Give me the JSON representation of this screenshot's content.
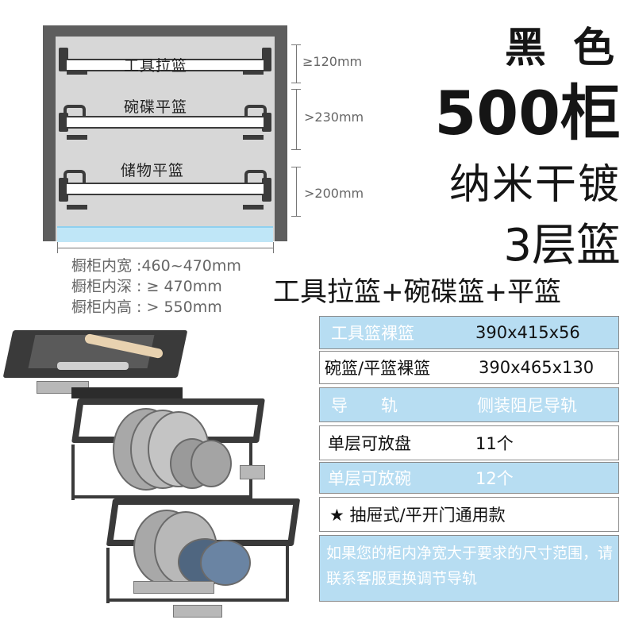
{
  "diagram": {
    "shelves": [
      {
        "label": "工具拉篮",
        "dimension": "≥120mm"
      },
      {
        "label": "碗碟平篮",
        "dimension": ">230mm"
      },
      {
        "label": "储物平篮",
        "dimension": ">200mm"
      }
    ],
    "inner_specs": [
      "橱柜内宽 :460~470mm",
      "橱柜内深 : ≥ 470mm",
      "橱柜内高 : > 550mm"
    ]
  },
  "headline": {
    "color": "黑 色",
    "size": "500柜",
    "finish": "纳米干镀",
    "layers": "3层篮",
    "combo": "工具拉篮+碗碟篮+平篮"
  },
  "spec_table": {
    "rows": [
      {
        "label": "工具篮裸篮",
        "value": "390x415x56",
        "style": "blue"
      },
      {
        "label": "碗篮/平篮裸篮",
        "value": "390x465x130",
        "style": "white"
      },
      {
        "label": "导　　轨",
        "value": "侧装阻尼导轨",
        "style": "blue"
      },
      {
        "label": "单层可放盘",
        "value": "11个",
        "style": "white"
      },
      {
        "label": "单层可放碗",
        "value": "12个",
        "style": "blue"
      },
      {
        "label": "★ 抽屉式/平开门通用款",
        "value": "",
        "style": "white"
      }
    ],
    "note": "如果您的柜内净宽大于要求的尺寸范围，请联系客服更换调节导轨"
  },
  "colors": {
    "accent_blue": "#b7ddf2",
    "frame_dark": "#3a3a3a",
    "cabinet_gray": "#5e5e5e"
  }
}
